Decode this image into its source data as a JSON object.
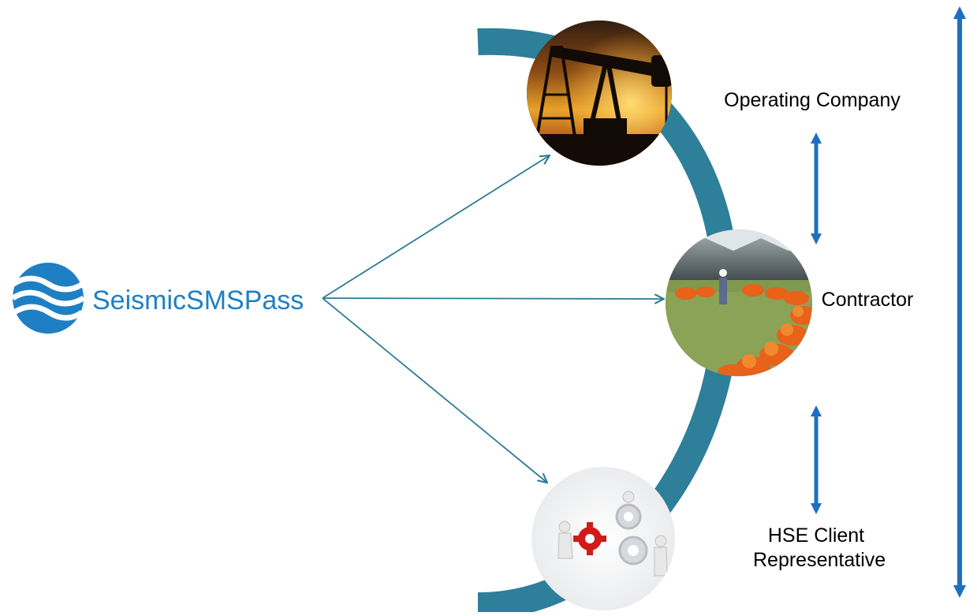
{
  "brand": {
    "name": "SeismicSMSPass",
    "logo_icon": "waves-logo-icon",
    "color": "#1f7fc4"
  },
  "stakeholders": [
    {
      "id": "operating",
      "label": "Operating Company",
      "image": "oil-pumpjack-sunset-photo"
    },
    {
      "id": "contractor",
      "label": "Contractor",
      "image": "field-crew-briefing-photo"
    },
    {
      "id": "hse",
      "label": "HSE Client Representative",
      "label_lines": [
        "HSE Client",
        "Representative"
      ],
      "image": "gears-teamwork-illustration"
    }
  ],
  "colors": {
    "arc": "#2e7f9a",
    "arrow": "#2c7c93",
    "double_arrow": "#1d6fc0",
    "text": "#000000"
  }
}
